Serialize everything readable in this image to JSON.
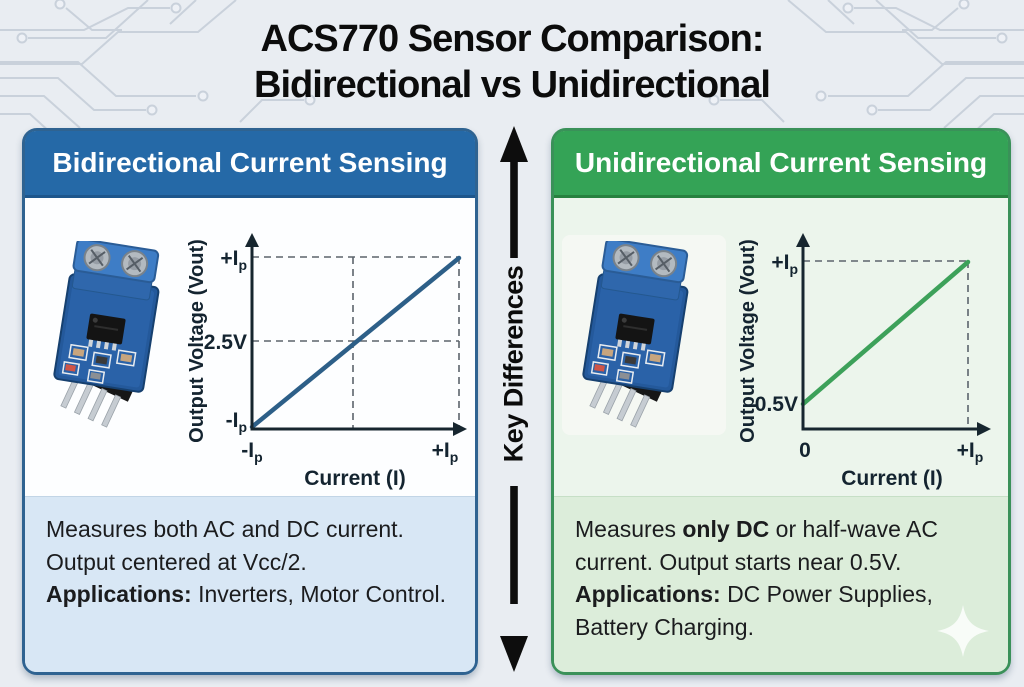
{
  "page": {
    "title_line1": "ACS770 Sensor Comparison:",
    "title_line2": "Bidirectional vs Unidirectional",
    "center_label": "Key Differences",
    "background_color": "#e9edf2"
  },
  "decorations": {
    "corner_traces": "pcb-circuit-traces",
    "sparkle_icon": "four-point-star"
  },
  "panels": {
    "bidirectional": {
      "header": "Bidirectional Current Sensing",
      "accent_color": "#2569a7",
      "border_color": "#2f6391",
      "footer_bg": "#d8e7f5",
      "line_color": "#2d5f88",
      "graph": {
        "y_axis_label": "Output Voltage (Vout)",
        "x_axis_label": "Current (I)",
        "y_tick_top_main": "+I",
        "y_tick_top_sub": "p",
        "y_tick_mid": "2.5V",
        "y_tick_bottom_main": "-I",
        "y_tick_bottom_sub": "p",
        "x_tick_left_main": "-I",
        "x_tick_left_sub": "p",
        "x_tick_right_main": "+I",
        "x_tick_right_sub": "p"
      },
      "description": {
        "text1": "Measures both AC and DC current. Output centered at Vcc/2.",
        "bold1": "Applications:",
        "text2": "Inverters, Motor Control."
      }
    },
    "unidirectional": {
      "header": "Unidirectional Current Sensing",
      "accent_color": "#34a356",
      "border_color": "#3a9159",
      "footer_bg": "#dcedda",
      "line_color": "#3da15a",
      "graph": {
        "y_axis_label": "Output Voltage (Vout)",
        "x_axis_label": "Current (I)",
        "y_tick_top_main": "+I",
        "y_tick_top_sub": "p",
        "y_tick_bottom": "0.5V",
        "x_tick_left": "0",
        "x_tick_right_main": "+I",
        "x_tick_right_sub": "p"
      },
      "description": {
        "text1": "Measures",
        "bold1": "only DC",
        "text2": "or half-wave AC current. Output starts near 0.5V.",
        "bold2": "Applications:",
        "text3": "DC Power Supplies, Battery Charging."
      }
    }
  },
  "chart_data": [
    {
      "type": "line",
      "title": "Bidirectional Current Sensing transfer curve",
      "xlabel": "Current (I)",
      "ylabel": "Output Voltage (Vout)",
      "x_ticks": [
        "-Ip",
        "+Ip"
      ],
      "y_ticks": [
        "-Ip",
        "2.5V",
        "+Ip"
      ],
      "points": [
        [
          "-Ip",
          "-Ip"
        ],
        [
          "0",
          "2.5V"
        ],
        [
          "+Ip",
          "+Ip"
        ]
      ],
      "line_color": "#2d5f88",
      "dashed_guides": true,
      "legend_position": "none",
      "grid": false
    },
    {
      "type": "line",
      "title": "Unidirectional Current Sensing transfer curve",
      "xlabel": "Current (I)",
      "ylabel": "Output Voltage (Vout)",
      "x_ticks": [
        "0",
        "+Ip"
      ],
      "y_ticks": [
        "0.5V",
        "+Ip"
      ],
      "points": [
        [
          "0",
          "0.5V"
        ],
        [
          "+Ip",
          "+Ip"
        ]
      ],
      "line_color": "#3da15a",
      "dashed_guides": true,
      "legend_position": "none",
      "grid": false
    }
  ]
}
